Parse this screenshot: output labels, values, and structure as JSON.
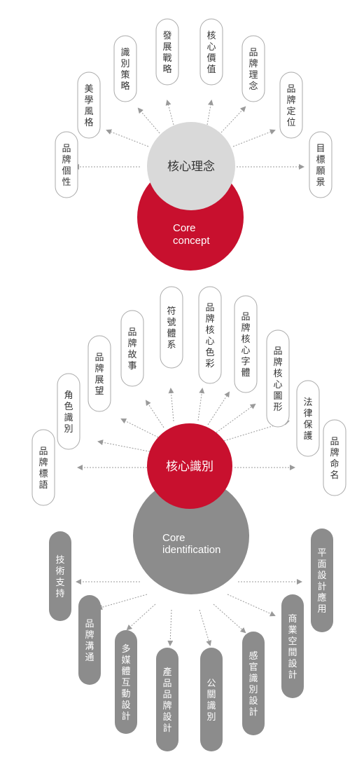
{
  "concept": {
    "center_zh": "核心理念",
    "center_en": [
      "Core",
      "concept"
    ],
    "items": [
      "品牌個性",
      "美學風格",
      "識別策略",
      "發展戰略",
      "核心價值",
      "品牌理念",
      "品牌定位",
      "目標願景"
    ]
  },
  "identification": {
    "center_zh": "核心識別",
    "center_en": [
      "Core",
      "identification"
    ],
    "items_top": [
      "品牌標語",
      "角色識別",
      "品牌展望",
      "品牌故事",
      "符號體系",
      "品牌核心色彩",
      "品牌核心字體",
      "品牌核心圖形",
      "法律保護",
      "品牌命名"
    ],
    "items_bottom": [
      "技術支持",
      "品牌溝通",
      "多媒體互動設計",
      "產品品牌設計",
      "公關識別",
      "感官識別設計",
      "商業空間設計",
      "平面設計應用"
    ]
  },
  "colors": {
    "red": "#c8102e",
    "light_gray": "#d9d9d9",
    "dark_gray": "#8c8c8c",
    "arrow": "#9a9a9a",
    "outline": "#aaaaaa",
    "text": "#333333"
  }
}
